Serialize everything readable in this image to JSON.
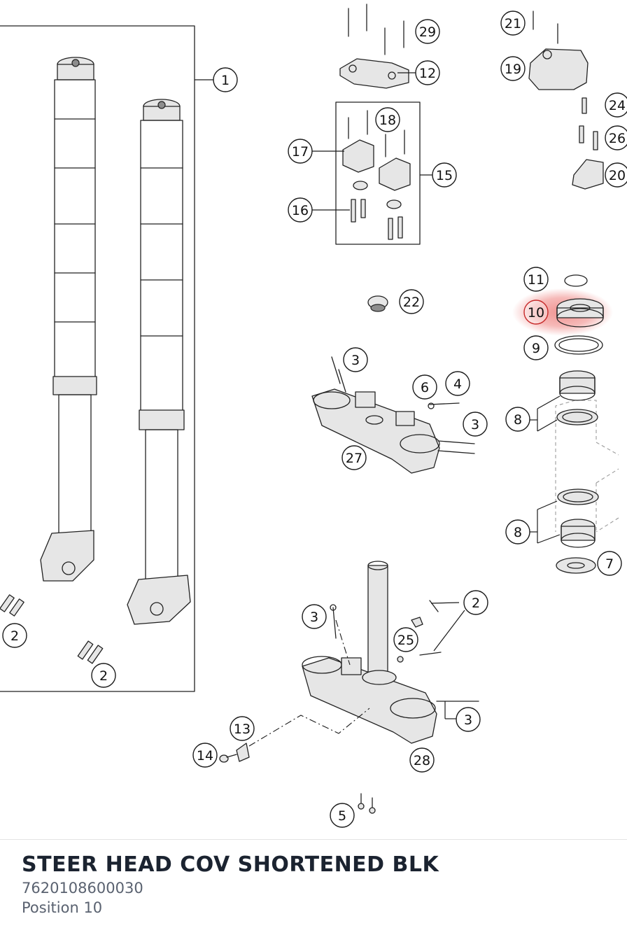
{
  "diagram": {
    "labels": {
      "l1": "1",
      "l2a": "2",
      "l2b": "2",
      "l2c": "2",
      "l3a": "3",
      "l3b": "3",
      "l3c": "3",
      "l3d": "3",
      "l4": "4",
      "l5": "5",
      "l6": "6",
      "l7": "7",
      "l8a": "8",
      "l8b": "8",
      "l9": "9",
      "l10": "10",
      "l11": "11",
      "l12": "12",
      "l13": "13",
      "l14": "14",
      "l15": "15",
      "l16": "16",
      "l17": "17",
      "l18": "18",
      "l19": "19",
      "l20": "20",
      "l21": "21",
      "l22": "22",
      "l24": "24",
      "l25": "25",
      "l26": "26",
      "l27": "27",
      "l28": "28",
      "l29": "29"
    },
    "highlight_color": "#e53935"
  },
  "part_info": {
    "title": "STEER HEAD COV SHORTENED BLK",
    "number": "7620108600030",
    "position": "Position 10"
  }
}
